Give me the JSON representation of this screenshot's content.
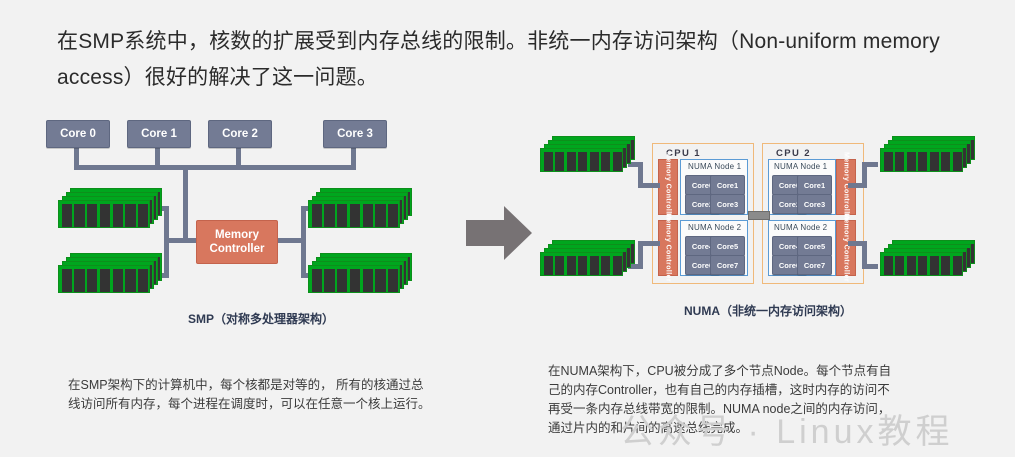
{
  "intro": {
    "text": "在SMP系统中，核数的扩展受到内存总线的限制。非统一内存访问架构（Non-uniform memory access）很好的解决了这一问题。"
  },
  "smp": {
    "caption": "SMP（对称多处理器架构）",
    "cores": [
      "Core 0",
      "Core 1",
      "Core 2",
      "Core 3"
    ],
    "memory_controller": {
      "line1": "Memory",
      "line2": "Controller"
    },
    "ram_count": 4,
    "description": [
      "在SMP架构下的计算机中，每个核都是对等的， 所有的核通过总",
      "线访问所有内存，每个进程在调度时，可以在任意一个核上运行。"
    ]
  },
  "numa": {
    "caption": "NUMA（非统一内存访问架构）",
    "cpus": [
      {
        "title": "CPU 1",
        "mc_side": "left",
        "nodes": [
          {
            "title": "NUMA Node 1",
            "cores": [
              "Core0",
              "Core1",
              "Core2",
              "Core3"
            ],
            "controller": "Memory Controller"
          },
          {
            "title": "NUMA Node 2",
            "cores": [
              "Core4",
              "Core5",
              "Core6",
              "Core7"
            ],
            "controller": "Memory Controller"
          }
        ]
      },
      {
        "title": "CPU 2",
        "mc_side": "right",
        "nodes": [
          {
            "title": "NUMA Node 1",
            "cores": [
              "Core0",
              "Core1",
              "Core2",
              "Core3"
            ],
            "controller": "Memory Controller"
          },
          {
            "title": "NUMA Node 2",
            "cores": [
              "Core4",
              "Core5",
              "Core6",
              "Core7"
            ],
            "controller": "Memory Controller"
          }
        ]
      }
    ],
    "ram_count": 4,
    "description": [
      "在NUMA架构下，CPU被分成了多个节点Node。每个节点有自",
      "己的内存Controller，也有自己的内存插槽，这时内存的访问不",
      "再受一条内存总线带宽的限制。NUMA node之间的内存访问，",
      "通过片内的和片间的高速总线完成。"
    ]
  },
  "arrow": {
    "name": "right-arrow"
  },
  "watermark": {
    "text": "公众号 · Linux教程"
  },
  "colors": {
    "background": "#f2f2f2",
    "core": "#737b94",
    "memory_controller": "#d8775e",
    "ram": "#00a61e",
    "node_border": "#5b9bd5",
    "cpu_border": "#f0b97a",
    "bus": "#6f7890",
    "arrow": "#777274",
    "watermark": "#cfcfcf"
  }
}
